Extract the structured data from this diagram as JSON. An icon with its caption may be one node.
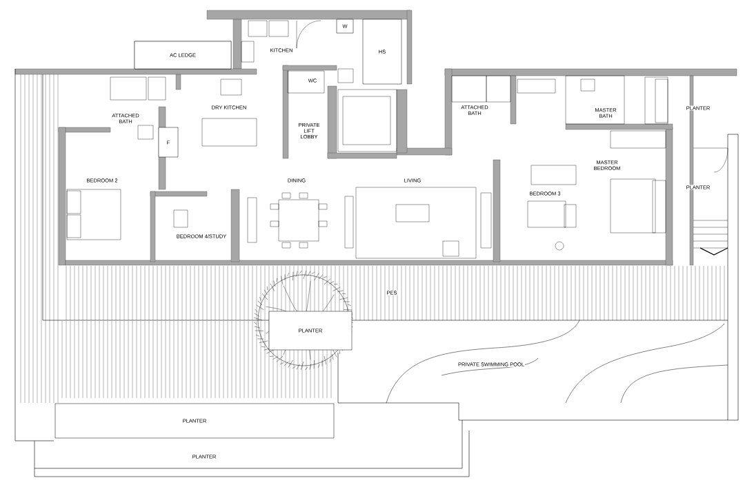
{
  "diagram": {
    "nodes": [
      {
        "text": [
          "AC LEDGE"
        ]
      },
      {
        "text": [
          "W"
        ]
      },
      {
        "text": [
          "HS"
        ]
      },
      {
        "text": [
          "F"
        ]
      },
      {
        "text": [
          "PLANTER"
        ]
      },
      {
        "text": [
          "PLANTER"
        ]
      }
    ],
    "labels": [
      "KITCHEN",
      "WC",
      "DRY KITCHEN",
      "ATTACHED BATH",
      "PRIVATE LIFT LOBBY",
      "ATTACHED BATH",
      "MASTER BATH",
      "PLANTER",
      "MASTER BEDROOM",
      "BEDROOM 2",
      "DINING",
      "LIVING",
      "PLANTER",
      "BEDROOM 3",
      "BEDROOM 4/STUDY",
      "PES",
      "PRIVATE SWIMMING POOL",
      "PLANTER"
    ]
  }
}
